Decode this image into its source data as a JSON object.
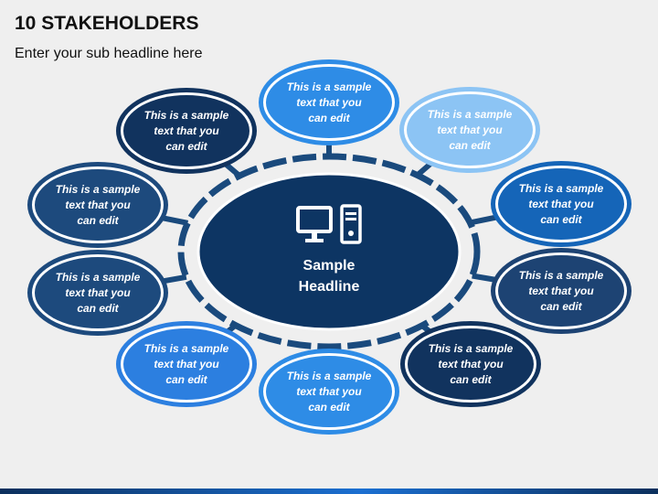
{
  "slide": {
    "title": "10 STAKEHOLDERS",
    "subtitle": "Enter your sub headline here"
  },
  "center": {
    "line1": "Sample",
    "line2": "Headline",
    "icon": "desktop-computer-icon",
    "fill": "#0d3563"
  },
  "colors": {
    "ring": "#1a4a7d",
    "navy": "#1d4373",
    "mid": "#1565b8",
    "bright": "#2e8ce6",
    "light": "#8cc4f4"
  },
  "nodes": [
    {
      "id": "top",
      "lines": [
        "This is a sample",
        "text that you",
        "can edit"
      ],
      "fill": "#2e8ce6"
    },
    {
      "id": "upper-right",
      "lines": [
        "This is a sample",
        "text that you",
        "can edit"
      ],
      "fill": "#8cc4f4"
    },
    {
      "id": "right-upper",
      "lines": [
        "This is a sample",
        "text that you",
        "can edit"
      ],
      "fill": "#1565b8"
    },
    {
      "id": "right-lower",
      "lines": [
        "This is a sample",
        "text that you",
        "can edit"
      ],
      "fill": "#1d4373"
    },
    {
      "id": "lower-right",
      "lines": [
        "This is a sample",
        "text that you",
        "can edit"
      ],
      "fill": "#11335e"
    },
    {
      "id": "bottom",
      "lines": [
        "This is a sample",
        "text that you",
        "can edit"
      ],
      "fill": "#2e8ce6"
    },
    {
      "id": "lower-left",
      "lines": [
        "This is a sample",
        "text that you",
        "can edit"
      ],
      "fill": "#2c7fe0"
    },
    {
      "id": "left-lower",
      "lines": [
        "This is a sample",
        "text that you",
        "can edit"
      ],
      "fill": "#1d4a7d"
    },
    {
      "id": "left-upper",
      "lines": [
        "This is a sample",
        "text that you",
        "can edit"
      ],
      "fill": "#1d4a7d"
    },
    {
      "id": "upper-left",
      "lines": [
        "This is a sample",
        "text that you",
        "can edit"
      ],
      "fill": "#11335e"
    }
  ]
}
